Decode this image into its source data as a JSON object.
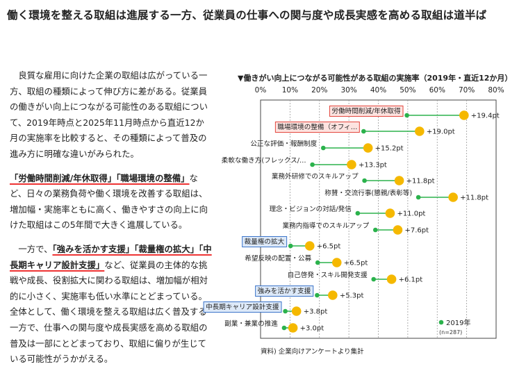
{
  "headline": "働く環境を整える取組は進展する一方、従業員の仕事への関与度や成長実感を高める取組は道半ば",
  "body": {
    "p1": "良質な雇用に向けた企業の取組は広がっている一方、取組の種類によって伸び方に差がある。従業員の働きがい向上につながる可能性のある取組について、2019年時点と2025年11月時点から直近12か月の実施率を比較すると、その種類によって普及の進み方に明確な違いがみられた。",
    "p2_hl1": "「労働時間削減/年休取得」「職場環境の整備」",
    "p2_rest": "など、日々の業務負荷や働く環境を改善する取組は、増加幅・実施率ともに高く、働きやすさの向上に向けた取組はこの5年間で大きく進展している。",
    "p3_pre": "一方で、",
    "p3_hl1": "「強みを活かす支援」「裁量権の拡大」「中長期キャリア設計支援」",
    "p3_rest": "など、従業員の主体的な挑戦や成長、役割拡大に関わる取組は、増加幅が相対的に小さく、実施率も低い水準にとどまっている。全体として、働く環境を整える取組は広く普及する一方で、仕事への関与度や成長実感を高める取組の普及は一部にとどまっており、取組に偏りが生じている可能性がうかがえる。"
  },
  "chart_data": {
    "type": "dumbbell",
    "title": "▼働きがい向上につながる可能性がある取組の実施率（2019年・直近12か月）",
    "x_ticks": [
      "0%",
      "10%",
      "20%",
      "30%",
      "40%",
      "50%",
      "60%",
      "70%",
      "80%"
    ],
    "xlim": [
      0,
      80
    ],
    "categories": [
      "労働時間削減/年休取得",
      "職場環境の整備（オフィ…",
      "公正な評価・報酬制度",
      "柔軟な働き方(フレックス/…",
      "業務外研修でのスキルアップ",
      "称賛・交流行事(懇親/表彰等)",
      "理念・ビジョンの対話/発信",
      "業務内指導でのスキルアップ",
      "裁量権の拡大",
      "希望反映の配置・公募",
      "自己啓発・スキル開発支援",
      "強みを活かす支援",
      "中長期キャリア設計支援",
      "副業・兼業の推進"
    ],
    "label_style": [
      "red",
      "red",
      "plain",
      "plain",
      "plain",
      "plain",
      "plain",
      "plain",
      "blue",
      "plain",
      "plain",
      "blue",
      "blue",
      "plain"
    ],
    "series": [
      {
        "name": "2019年",
        "values": [
          49.7,
          35.0,
          21.3,
          17.6,
          35.3,
          53.6,
          33.0,
          39.0,
          10.2,
          19.4,
          38.4,
          19.2,
          8.4,
          8.0
        ]
      },
      {
        "name": "",
        "values": [
          69.1,
          54.0,
          36.5,
          30.9,
          47.1,
          65.4,
          44.0,
          46.6,
          16.7,
          25.9,
          44.5,
          24.5,
          12.2,
          11.0
        ]
      }
    ],
    "diff_labels": [
      "+19.4pt",
      "+19.0pt",
      "+15.2pt",
      "+13.3pt",
      "+11.8pt",
      "+11.8pt",
      "+11.0pt",
      "+7.6pt",
      "+6.5pt",
      "+6.5pt",
      "+6.1pt",
      "+5.3pt",
      "+3.8pt",
      "+3.0pt"
    ],
    "legend": {
      "label": "2019年",
      "n": "(n=287)"
    },
    "source": "資料) 企業向けアンケートより集計",
    "colors": {
      "dot_2019": "#2bb24c",
      "dot_recent": "#f5b800",
      "line": "#2bb24c",
      "red_box": "#e3443b",
      "red_fill": "#fde3e0",
      "blue_box": "#3a73c9",
      "blue_fill": "#dde9f8"
    }
  }
}
